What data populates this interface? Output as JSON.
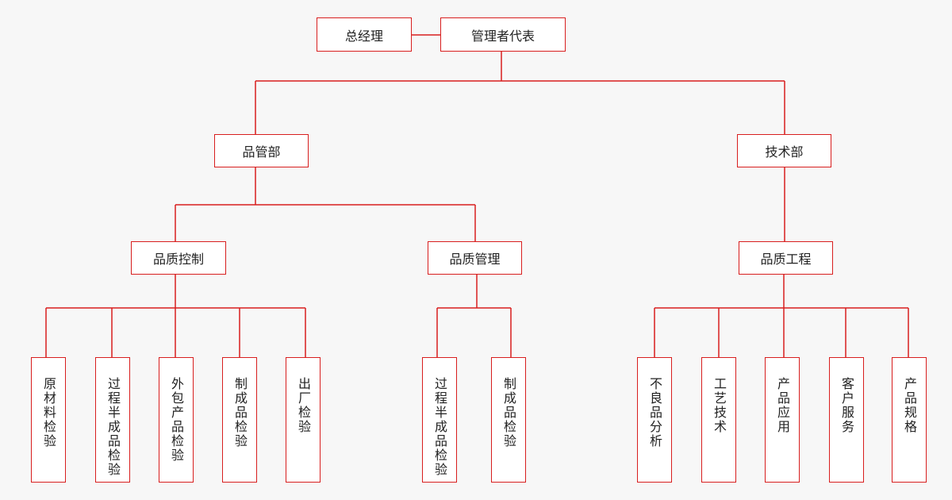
{
  "colors": {
    "line": "#d81e1e",
    "background": "#f7f7f7",
    "box": "#ffffff",
    "text": "#222222"
  },
  "nodes": {
    "gm": "总经理",
    "rep": "管理者代表",
    "quality_dept": "品管部",
    "tech_dept": "技术部",
    "qc": "品质控制",
    "qm": "品质管理",
    "qe": "品质工程",
    "raw": "原材料检验",
    "process1": "过程半成品检验",
    "outsource": "外包产品检验",
    "finished1": "制成品检验",
    "shipment": "出厂检验",
    "process2": "过程半成品检验",
    "finished2": "制成品检验",
    "defect": "不良品分析",
    "craft": "工艺技术",
    "app": "产品应用",
    "service": "客户服务",
    "spec": "产品规格"
  }
}
